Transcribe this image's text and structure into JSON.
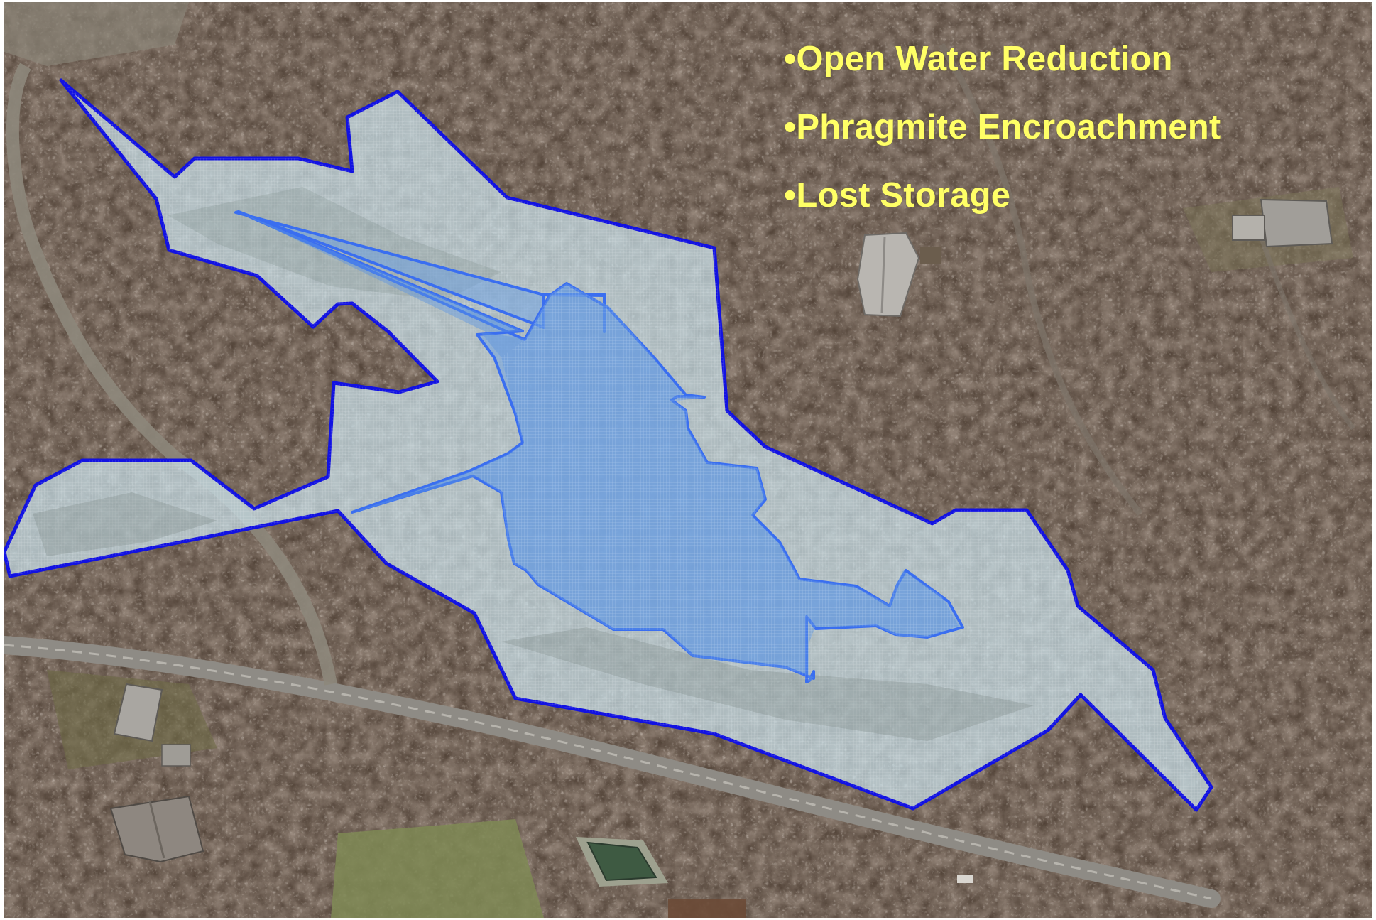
{
  "bullets": [
    "•Open Water Reduction",
    "•Phragmite Encroachment",
    "•Lost Storage"
  ],
  "colors": {
    "text": "#ffff66",
    "historic_outline": "#1414e6",
    "historic_fill": "#c8e0ec",
    "open_water_outline": "#3a6ef0",
    "open_water_fill": "#6a9fe6",
    "forest": "#5a4a3e",
    "road": "#8f8c86",
    "lawn": "#7d8a52"
  },
  "icons": {
    "house": "house-roof-icon",
    "pool": "pool-icon"
  }
}
